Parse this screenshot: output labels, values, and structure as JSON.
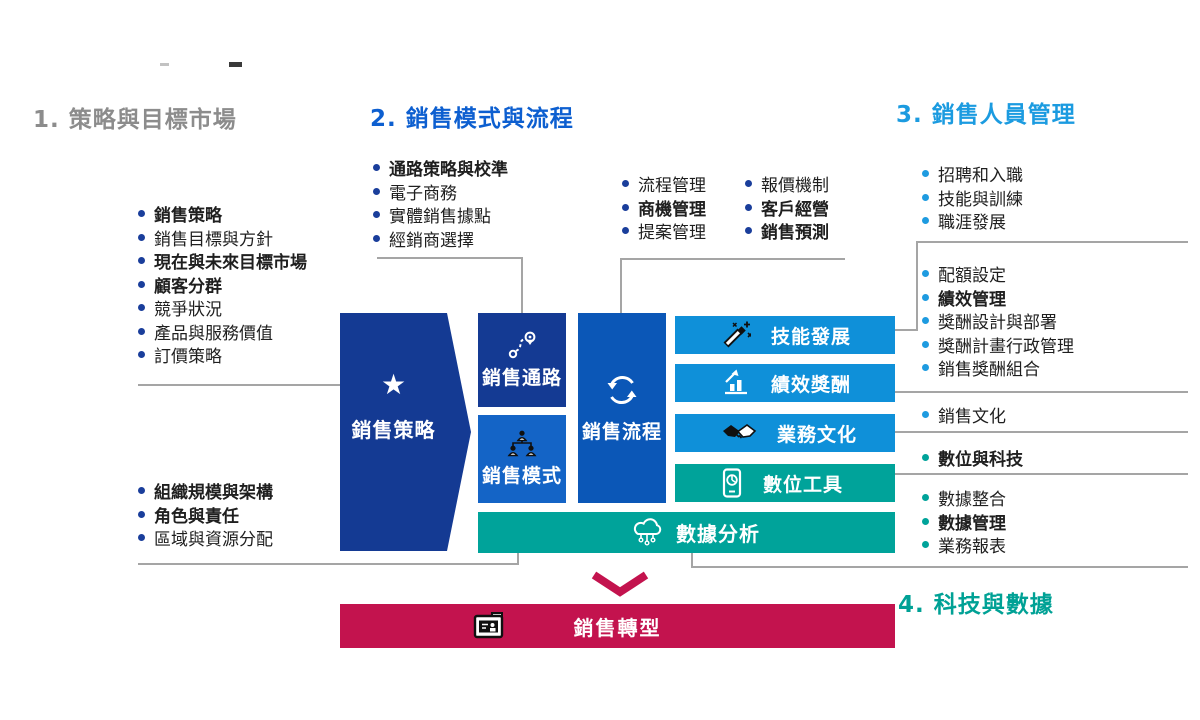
{
  "headings": {
    "h1": "1. 策略與目標市場",
    "h2": "2. 銷售模式與流程",
    "h3": "3. 銷售人員管理",
    "h4": "4. 科技與數據"
  },
  "lists": {
    "strategy_market": {
      "bullet": "#1a3e9b",
      "items": [
        {
          "text": "銷售策略",
          "bold": true
        },
        {
          "text": "銷售目標與方針",
          "bold": false
        },
        {
          "text": "現在與未來目標市場",
          "bold": true
        },
        {
          "text": "顧客分群",
          "bold": true
        },
        {
          "text": "競爭狀況",
          "bold": false
        },
        {
          "text": "產品與服務價值",
          "bold": false
        },
        {
          "text": "訂價策略",
          "bold": false
        }
      ]
    },
    "org_structure": {
      "bullet": "#1a3e9b",
      "items": [
        {
          "text": "組織規模與架構",
          "bold": true
        },
        {
          "text": "角色與責任",
          "bold": true
        },
        {
          "text": "區域與資源分配",
          "bold": false
        }
      ]
    },
    "channel": {
      "bullet": "#1a3e9b",
      "items": [
        {
          "text": "通路策略與校準",
          "bold": true
        },
        {
          "text": "電子商務",
          "bold": false
        },
        {
          "text": "實體銷售據點",
          "bold": false
        },
        {
          "text": "經銷商選擇",
          "bold": false
        }
      ]
    },
    "process_col1": {
      "bullet": "#1a3e9b",
      "items": [
        {
          "text": "流程管理",
          "bold": false
        },
        {
          "text": "商機管理",
          "bold": true
        },
        {
          "text": "提案管理",
          "bold": false
        }
      ]
    },
    "process_col2": {
      "bullet": "#1a3e9b",
      "items": [
        {
          "text": "報價機制",
          "bold": false
        },
        {
          "text": "客戶經營",
          "bold": true
        },
        {
          "text": "銷售預測",
          "bold": true
        }
      ]
    },
    "people_hr": {
      "bullet": "#1e9be0",
      "items": [
        {
          "text": "招聘和入職",
          "bold": false
        },
        {
          "text": "技能與訓練",
          "bold": false
        },
        {
          "text": "職涯發展",
          "bold": false
        }
      ]
    },
    "compensation": {
      "bullet": "#1e9be0",
      "items": [
        {
          "text": "配額設定",
          "bold": false
        },
        {
          "text": "績效管理",
          "bold": true
        },
        {
          "text": "獎酬設計與部署",
          "bold": false
        },
        {
          "text": "獎酬計畫行政管理",
          "bold": false
        },
        {
          "text": "銷售獎酬組合",
          "bold": false
        }
      ]
    },
    "culture": {
      "bullet": "#1e9be0",
      "items": [
        {
          "text": "銷售文化",
          "bold": false
        }
      ]
    },
    "digital_tech": {
      "bullet": "#00a39a",
      "items": [
        {
          "text": "數位與科技",
          "bold": true
        }
      ]
    },
    "data_mgmt": {
      "bullet": "#00a39a",
      "items": [
        {
          "text": "數據整合",
          "bold": false
        },
        {
          "text": "數據管理",
          "bold": true
        },
        {
          "text": "業務報表",
          "bold": false
        }
      ]
    }
  },
  "diagram": {
    "sales_strategy": {
      "label": "銷售策略",
      "icon": "star-icon",
      "glyph": "★",
      "color": "#143a93"
    },
    "sales_channel": {
      "label": "銷售通路",
      "icon": "route-icon",
      "color": "#143a93"
    },
    "sales_model": {
      "label": "銷售模式",
      "icon": "org-people-icon",
      "color": "#1464c6"
    },
    "sales_process": {
      "label": "銷售流程",
      "icon": "cycle-icon",
      "color": "#0b57b7"
    },
    "skill_development": {
      "label": "技能發展",
      "icon": "magic-wand-icon",
      "color": "#0f90d9"
    },
    "performance_reward": {
      "label": "績效獎酬",
      "icon": "bar-chart-icon",
      "color": "#0f90d9"
    },
    "business_culture": {
      "label": "業務文化",
      "icon": "handshake-icon",
      "color": "#0f90d9"
    },
    "digital_tools": {
      "label": "數位工具",
      "icon": "mobile-chart-icon",
      "color": "#00a39a"
    },
    "data_analytics": {
      "label": "數據分析",
      "icon": "cloud-network-icon",
      "color": "#00a39a"
    },
    "sales_transformation": {
      "label": "銷售轉型",
      "icon": "presentation-icon",
      "color": "#c3134e"
    }
  },
  "colors": {
    "heading1": "#8c8c8c",
    "heading2": "#0d5fd0",
    "heading3": "#1b9be0",
    "heading4": "#00a195",
    "navy": "#143a93",
    "process_blue": "#0b57b7",
    "model_blue": "#1464c6",
    "bar_blue": "#0f90d9",
    "teal": "#00a39a",
    "crimson": "#c3134e",
    "connector_gray": "#a5a5a5"
  }
}
